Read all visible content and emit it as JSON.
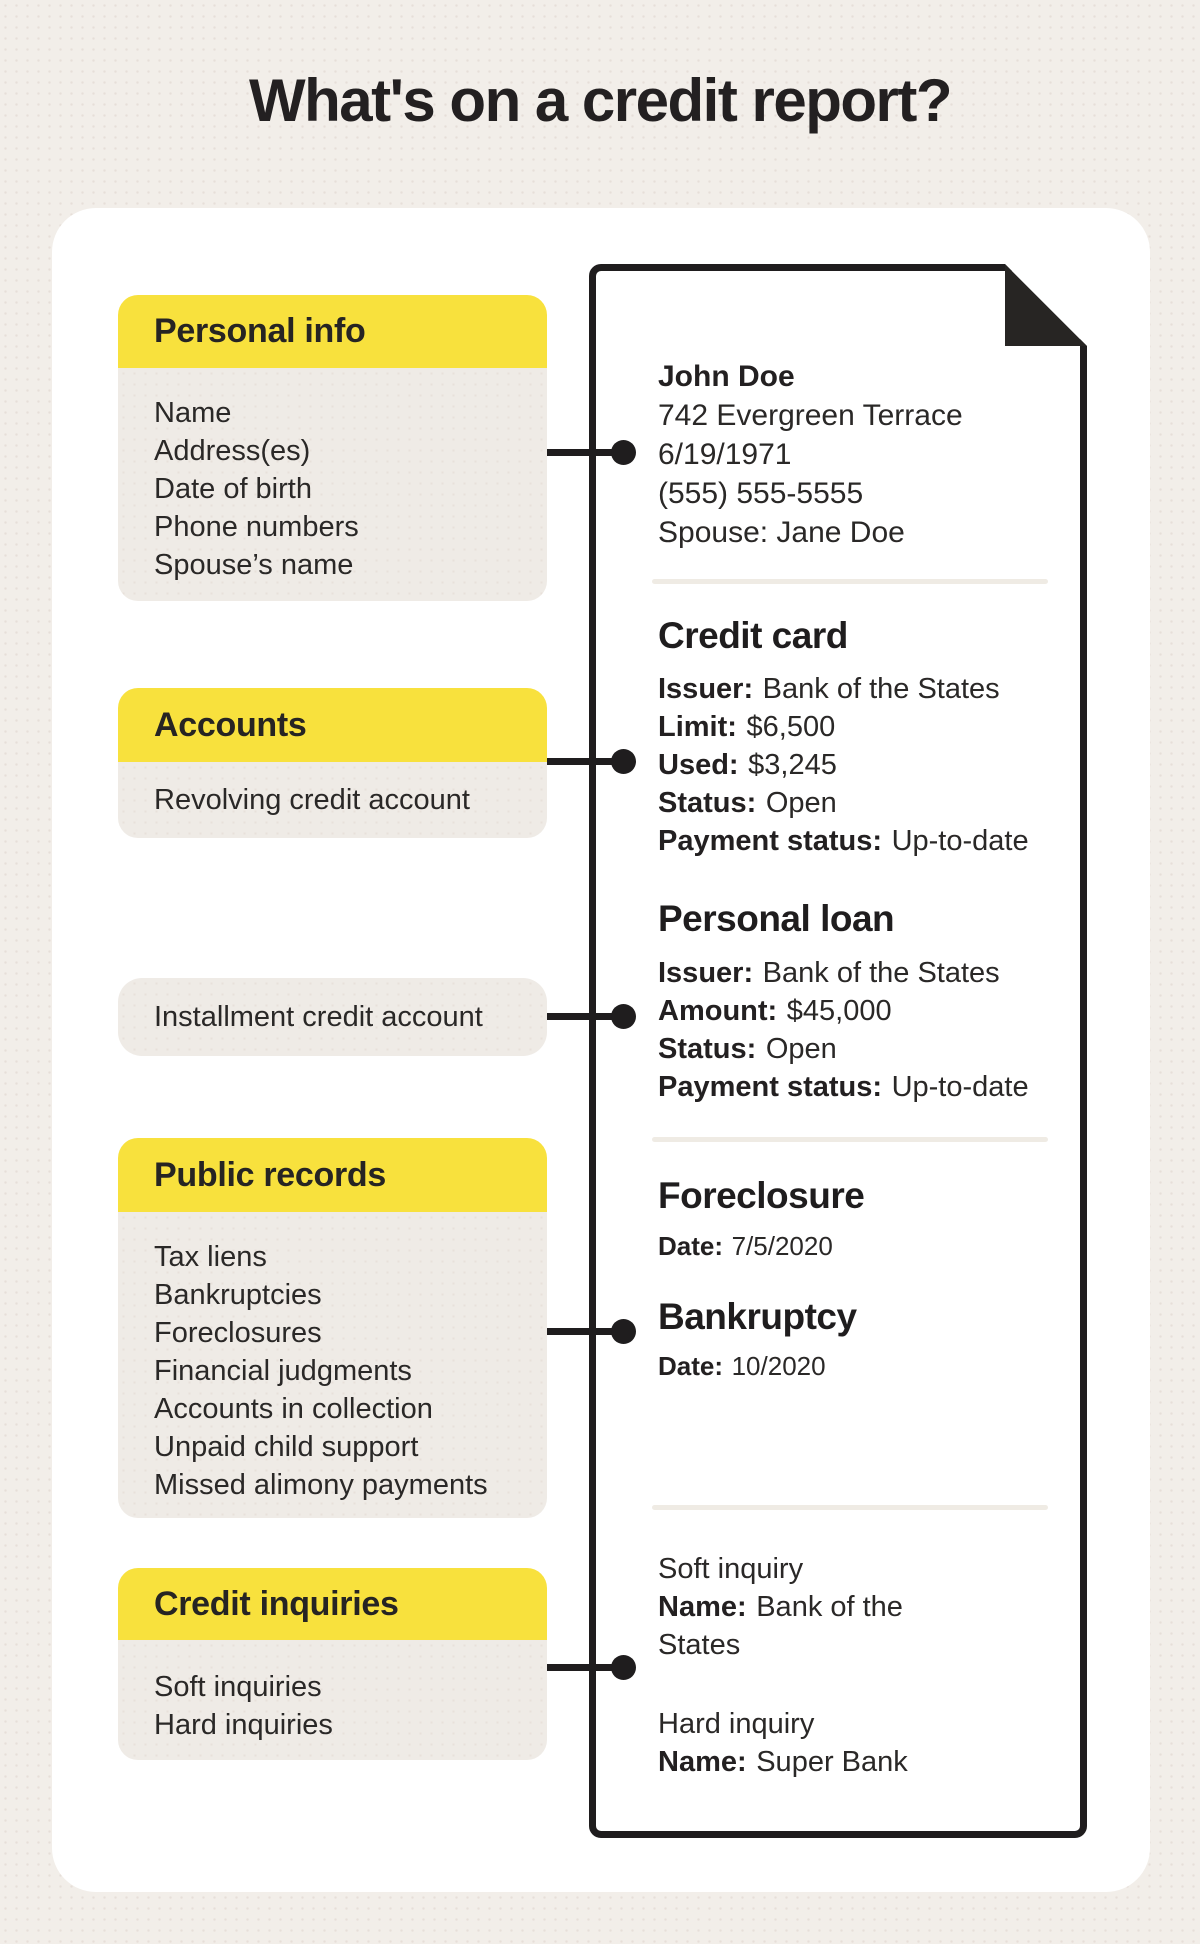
{
  "title": "What's on a credit report?",
  "colors": {
    "yellow": "#F8E13D",
    "page_background": "#F2EEE9",
    "panel_body": "#EFEBE6",
    "card_background": "#FFFFFF",
    "ink": "#232021",
    "document_border": "#1F1D1E"
  },
  "panels": {
    "personal_info": {
      "header": "Personal info",
      "items": [
        "Name",
        "Address(es)",
        "Date of birth",
        "Phone numbers",
        "Spouse’s name"
      ]
    },
    "accounts": {
      "header": "Accounts",
      "items": [
        "Revolving credit account"
      ]
    },
    "installment": {
      "items": [
        "Installment credit account"
      ]
    },
    "public_records": {
      "header": "Public records",
      "items": [
        "Tax liens",
        "Bankruptcies",
        "Foreclosures",
        "Financial judgments",
        "Accounts in collection",
        "Unpaid child support",
        "Missed alimony payments"
      ]
    },
    "credit_inquiries": {
      "header": "Credit inquiries",
      "items": [
        "Soft inquiries",
        "Hard inquiries"
      ]
    }
  },
  "document": {
    "personal": {
      "name": "John Doe",
      "lines": [
        "742 Evergreen Terrace",
        "6/19/1971",
        "(555) 555-5555",
        "Spouse: Jane Doe"
      ]
    },
    "credit_card": {
      "heading": "Credit card",
      "rows": [
        {
          "label": "Issuer:",
          "value": "Bank of the States"
        },
        {
          "label": "Limit:",
          "value": "$6,500"
        },
        {
          "label": "Used:",
          "value": "$3,245"
        },
        {
          "label": "Status:",
          "value": "Open"
        },
        {
          "label": "Payment status:",
          "value": "Up-to-date"
        }
      ]
    },
    "personal_loan": {
      "heading": "Personal loan",
      "rows": [
        {
          "label": "Issuer:",
          "value": "Bank of the States"
        },
        {
          "label": "Amount:",
          "value": "$45,000"
        },
        {
          "label": "Status:",
          "value": "Open"
        },
        {
          "label": "Payment status:",
          "value": "Up-to-date"
        }
      ]
    },
    "foreclosure": {
      "heading": "Foreclosure",
      "rows": [
        {
          "label": "Date:",
          "value": "7/5/2020"
        }
      ]
    },
    "bankruptcy": {
      "heading": "Bankruptcy",
      "rows": [
        {
          "label": "Date:",
          "value": "10/2020"
        }
      ]
    },
    "soft_inquiry": {
      "title": "Soft inquiry",
      "label": "Name:",
      "value": "Bank of the States"
    },
    "hard_inquiry": {
      "title": "Hard inquiry",
      "label": "Name:",
      "value": "Super Bank"
    }
  }
}
